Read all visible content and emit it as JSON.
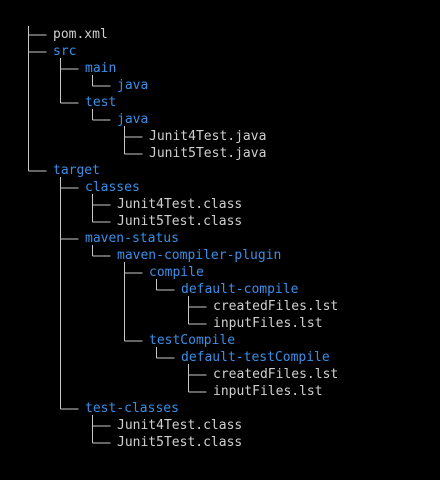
{
  "colors": {
    "background": "#000000",
    "file_text": "#d0d0d0",
    "directory_text": "#3a8fe8",
    "connector": "#c8c8c8"
  },
  "tree": [
    {
      "label": "pom.xml",
      "kind": "file",
      "depth": 0
    },
    {
      "label": "src",
      "kind": "dir",
      "depth": 0
    },
    {
      "label": "main",
      "kind": "dir",
      "depth": 1
    },
    {
      "label": "java",
      "kind": "dir",
      "depth": 2
    },
    {
      "label": "test",
      "kind": "dir",
      "depth": 1
    },
    {
      "label": "java",
      "kind": "dir",
      "depth": 2
    },
    {
      "label": "Junit4Test.java",
      "kind": "file",
      "depth": 3
    },
    {
      "label": "Junit5Test.java",
      "kind": "file",
      "depth": 3
    },
    {
      "label": "target",
      "kind": "dir",
      "depth": 0
    },
    {
      "label": "classes",
      "kind": "dir",
      "depth": 1
    },
    {
      "label": "Junit4Test.class",
      "kind": "file",
      "depth": 2
    },
    {
      "label": "Junit5Test.class",
      "kind": "file",
      "depth": 2
    },
    {
      "label": "maven-status",
      "kind": "dir",
      "depth": 1
    },
    {
      "label": "maven-compiler-plugin",
      "kind": "dir",
      "depth": 2
    },
    {
      "label": "compile",
      "kind": "dir",
      "depth": 3
    },
    {
      "label": "default-compile",
      "kind": "dir",
      "depth": 4
    },
    {
      "label": "createdFiles.lst",
      "kind": "file",
      "depth": 5
    },
    {
      "label": "inputFiles.lst",
      "kind": "file",
      "depth": 5
    },
    {
      "label": "testCompile",
      "kind": "dir",
      "depth": 3
    },
    {
      "label": "default-testCompile",
      "kind": "dir",
      "depth": 4
    },
    {
      "label": "createdFiles.lst",
      "kind": "file",
      "depth": 5
    },
    {
      "label": "inputFiles.lst",
      "kind": "file",
      "depth": 5
    },
    {
      "label": "test-classes",
      "kind": "dir",
      "depth": 1
    },
    {
      "label": "Junit4Test.class",
      "kind": "file",
      "depth": 2
    },
    {
      "label": "Junit5Test.class",
      "kind": "file",
      "depth": 2
    }
  ]
}
